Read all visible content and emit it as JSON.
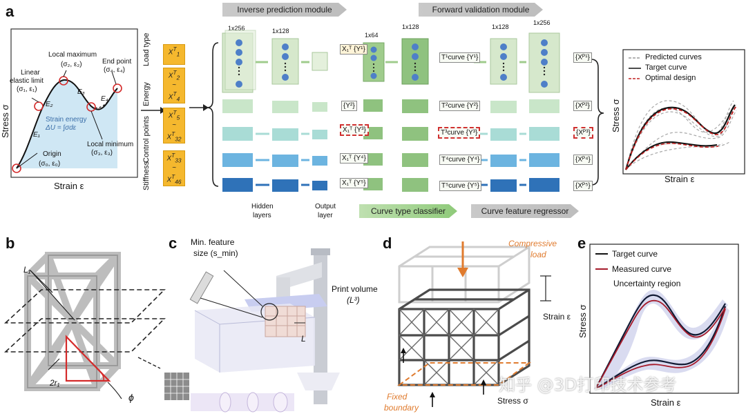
{
  "panels": {
    "a": "a",
    "b": "b",
    "c": "c",
    "d": "d",
    "e": "e"
  },
  "panel_a_curve": {
    "ylabel": "Stress σ",
    "xlabel": "Strain ε",
    "points": {
      "origin": [
        "Origin",
        "(σ₀, ε₀)"
      ],
      "linear": [
        "Linear",
        "elastic limit",
        "(σ₁, ε₁)"
      ],
      "local_max": [
        "Local maximum",
        "(σ₂, ε₂)"
      ],
      "end_point": [
        "End point",
        "(σ₄, ε₄)"
      ],
      "local_min": [
        "Local minimum",
        "(σ₃, ε₃)"
      ]
    },
    "energy": [
      "Strain energy",
      "ΔU = ∫σdε"
    ],
    "segments": [
      "E₁",
      "E₂",
      "E₃",
      "E₄"
    ]
  },
  "panel_a_network": {
    "module_inverse": "Inverse prediction module",
    "module_forward": "Forward validation module",
    "dims_top": [
      "1x256",
      "1x128",
      "1x64",
      "1x128",
      "1x128",
      "1x256"
    ],
    "row_labels": [
      "Load type",
      "Energy",
      "Control points",
      "Stiffness"
    ],
    "input_boxes": [
      [
        "X",
        "T",
        "1"
      ],
      [
        "X",
        "T",
        "2",
        "~",
        "X",
        "T",
        "4"
      ],
      [
        "X",
        "T",
        "5",
        "~",
        "X",
        "T",
        "32"
      ],
      [
        "X",
        "T",
        "33",
        "~",
        "X",
        "T",
        "46"
      ]
    ],
    "mid_tags": [
      "X₁ᵀ {Y¹}",
      "{Y²}",
      "X₁ᵀ {Y³}",
      "X₁ᵀ {Y⁴}",
      "X₁ᵀ {Y⁵}"
    ],
    "curve_tags": [
      "T¹curve {Y¹}",
      "T²curve {Y²}",
      "T³curve {Y³}",
      "T⁴curve {Y⁴}",
      "T⁵curve {Y⁵}"
    ],
    "out_tags": [
      "{Xᴾ¹}",
      "{Xᴾ²}",
      "{Xᴾ³}",
      "{Xᴾ⁴}",
      "{Xᴾ⁵}"
    ],
    "hidden": [
      "Hidden",
      "layers"
    ],
    "output": [
      "Output",
      "layer"
    ],
    "classifier": "Curve type classifier",
    "regressor": "Curve feature regressor",
    "colors": {
      "row1": "#cfe3c4",
      "row2": "#b9ddc2",
      "row3": "#9fd8d3",
      "row4": "#6cb4e0",
      "row5": "#2f72b8",
      "green_dark": "#8fc27f"
    }
  },
  "panel_a_result": {
    "legend": [
      "Predicted curves",
      "Target curve",
      "Optimal design"
    ],
    "ylabel": "Stress σ",
    "xlabel": "Strain ε"
  },
  "panel_b": {
    "labels": [
      "L₁",
      "2r₁",
      "ϕ"
    ]
  },
  "panel_c": {
    "min_feature": [
      "Min. feature",
      "size (s_min)"
    ],
    "print_volume": [
      "Print volume",
      "(L³)"
    ],
    "L": "L"
  },
  "panel_d": {
    "compressive": [
      "Compressive",
      "load"
    ],
    "strain": "Strain ε",
    "stress": "Stress σ",
    "fixed": [
      "Fixed",
      "boundary"
    ]
  },
  "panel_e": {
    "legend": [
      "Target curve",
      "Measured curve",
      "Uncertainty region"
    ],
    "ylabel": "Stress σ",
    "xlabel": "Strain ε"
  },
  "watermark": "知乎 @3D打印技术参考"
}
